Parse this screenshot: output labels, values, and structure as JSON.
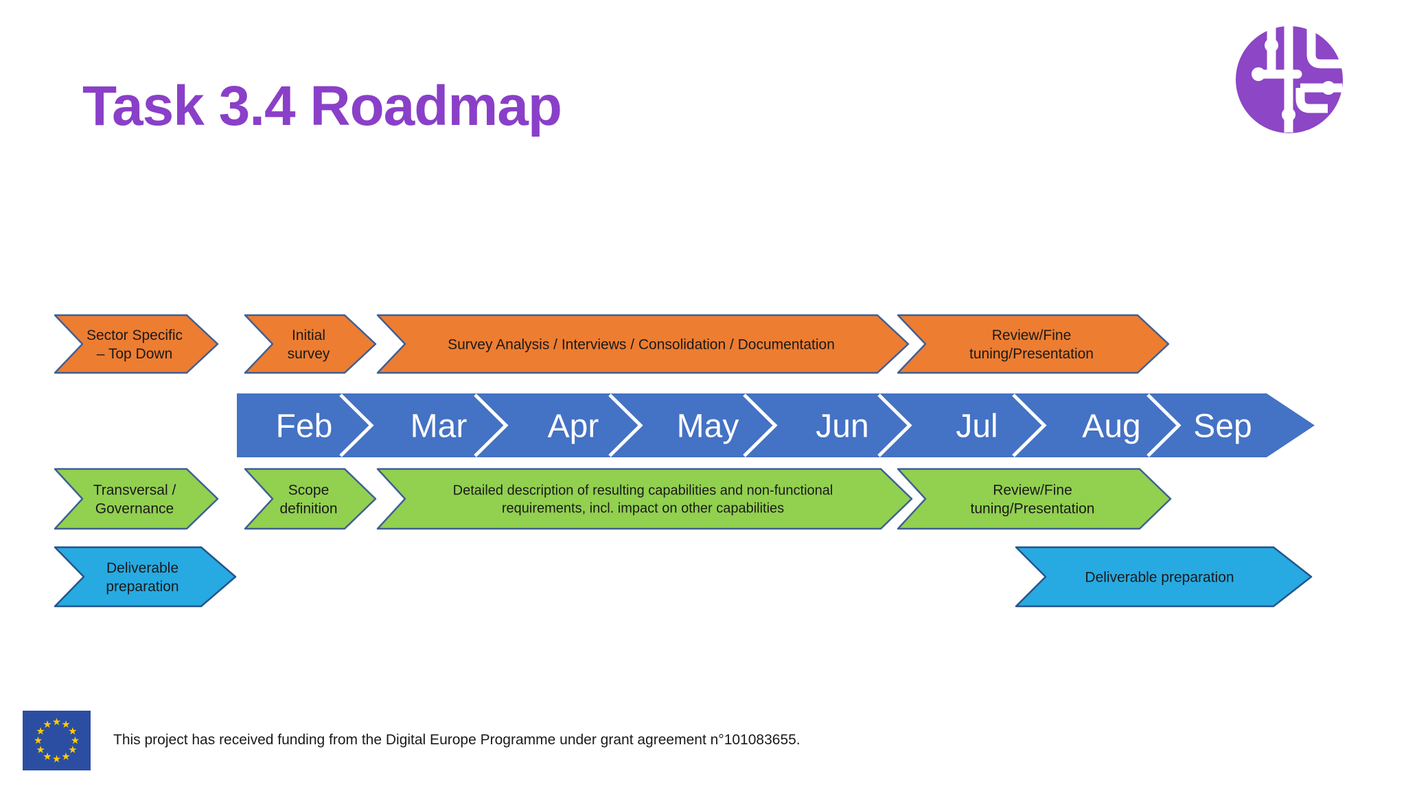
{
  "title": "Task 3.4 Roadmap",
  "timeline": {
    "months": [
      "Feb",
      "Mar",
      "Apr",
      "May",
      "Jun",
      "Jul",
      "Aug",
      "Sep"
    ]
  },
  "rows": {
    "top_down": {
      "arrows": [
        {
          "lines": [
            "Sector Specific",
            "– Top Down"
          ]
        },
        {
          "lines": [
            "Initial",
            "survey"
          ]
        },
        {
          "lines": [
            "Survey Analysis / Interviews / Consolidation / Documentation"
          ]
        },
        {
          "lines": [
            "Review/Fine",
            "tuning/Presentation"
          ]
        }
      ]
    },
    "transversal": {
      "arrows": [
        {
          "lines": [
            "Transversal /",
            "Governance"
          ]
        },
        {
          "lines": [
            "Scope",
            "definition"
          ]
        },
        {
          "lines": [
            "Detailed description of resulting capabilities and non-functional",
            "requirements, incl. impact on other capabilities"
          ]
        },
        {
          "lines": [
            "Review/Fine",
            "tuning/Presentation"
          ]
        }
      ]
    },
    "deliverables": {
      "arrows": [
        {
          "lines": [
            "Deliverable",
            "preparation"
          ]
        },
        {
          "lines": [
            "Deliverable preparation"
          ]
        }
      ]
    }
  },
  "footer": {
    "funding_text": "This project has received funding from the Digital Europe Programme under grant agreement n°101083655."
  },
  "colors": {
    "title_purple": "#8A3FC8",
    "logo_purple": "#8C46C6",
    "stage_orange": "#ED7D31",
    "stage_green": "#92D050",
    "stage_cyan": "#27AAE1",
    "timeline_blue": "#4472C4",
    "arrow_border_blue": "#3F5F93",
    "cyan_border_blue": "#24548C",
    "label_dark": "#1A1A1A",
    "eu_flag_blue": "#2B4EA2",
    "eu_star_yellow": "#FFCC00"
  }
}
